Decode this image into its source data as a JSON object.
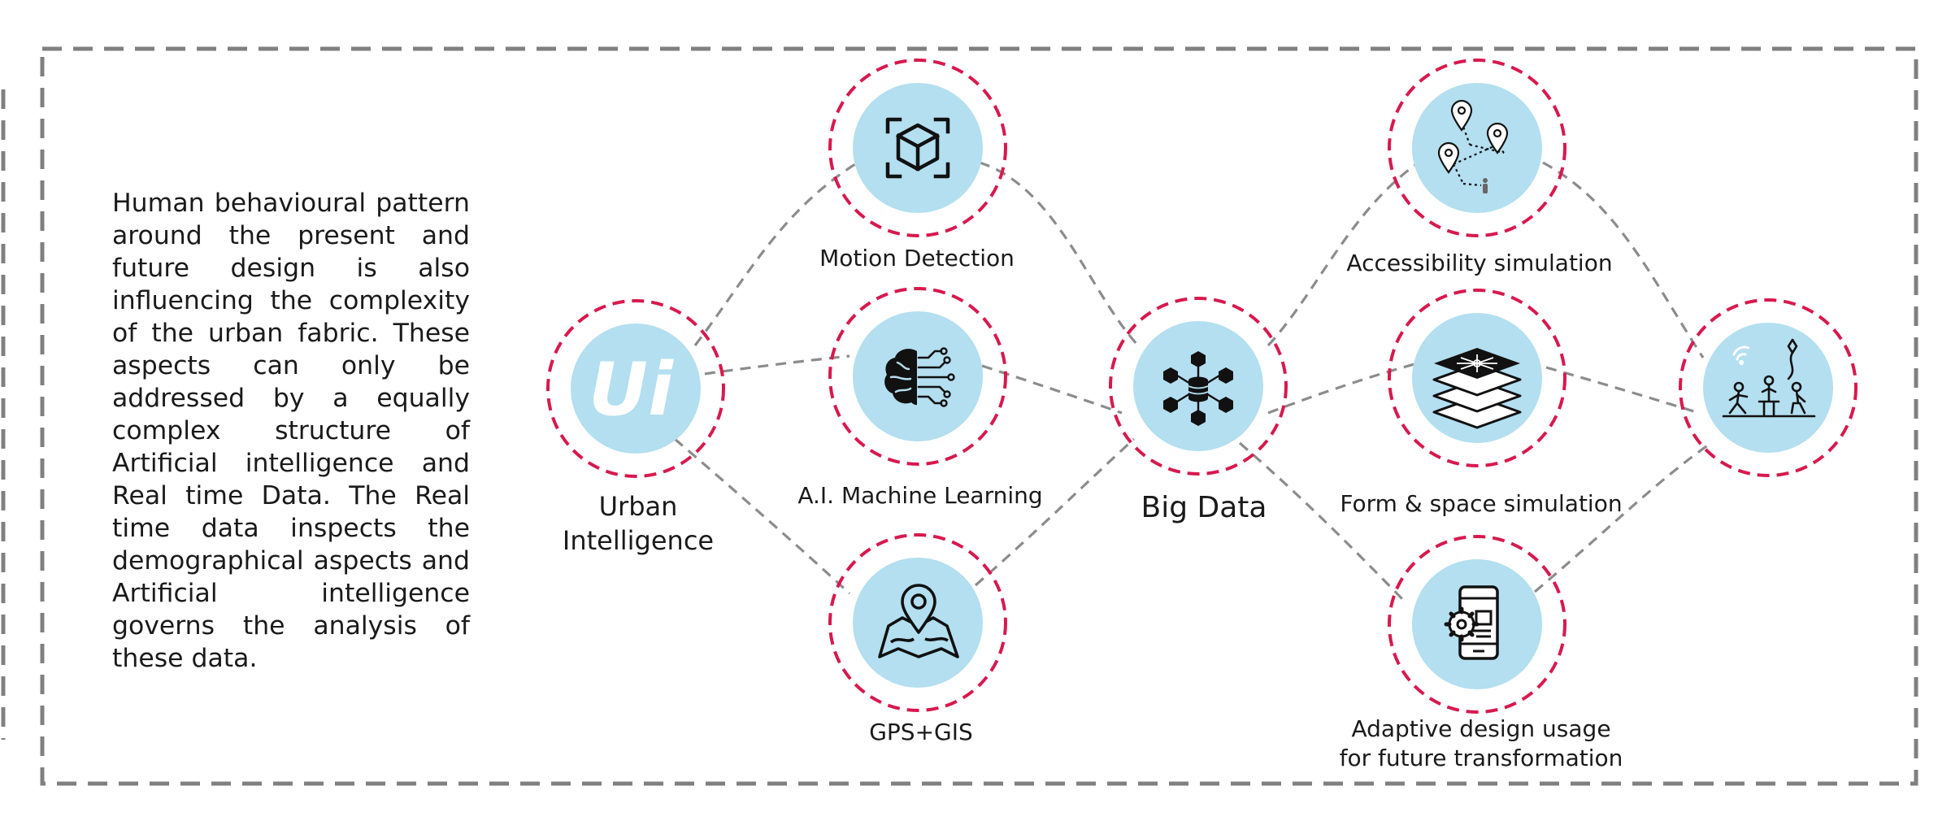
{
  "description": "Human behavioural pattern around the present and future design is also influencing the complexity of the urban fabric. These aspects can only be addressed by a equally complex structure of Artificial intelligence and Real time Data. The Real time data inspects the demographical aspects and Artificial intelligence governs the analysis of these data.",
  "colors": {
    "frame_dash": "#808080",
    "ring_dash": "#d7194e",
    "node_fill": "#b3dff0",
    "connector": "#8c8c8c",
    "icon_ink": "#111111"
  },
  "nodes": {
    "urban_intelligence": {
      "label": "Urban\nIntelligence",
      "icon_text": "Ui",
      "icon": "ui-logo-icon"
    },
    "motion_detection": {
      "label": "Motion Detection",
      "icon": "cube-scan-icon"
    },
    "machine_learning": {
      "label": "A.I. Machine Learning",
      "icon": "brain-circuit-icon"
    },
    "gps_gis": {
      "label": "GPS+GIS",
      "icon": "map-pin-icon"
    },
    "big_data": {
      "label": "Big Data",
      "icon": "database-network-icon"
    },
    "accessibility": {
      "label": "Accessibility simulation",
      "icon": "route-pins-icon"
    },
    "form_space": {
      "label": "Form & space simulation",
      "icon": "stacked-layers-icon"
    },
    "adaptive_design": {
      "label": "Adaptive design usage\nfor future transformation",
      "icon": "mobile-settings-icon"
    },
    "outcome": {
      "label": "",
      "icon": "people-activity-icon"
    }
  }
}
